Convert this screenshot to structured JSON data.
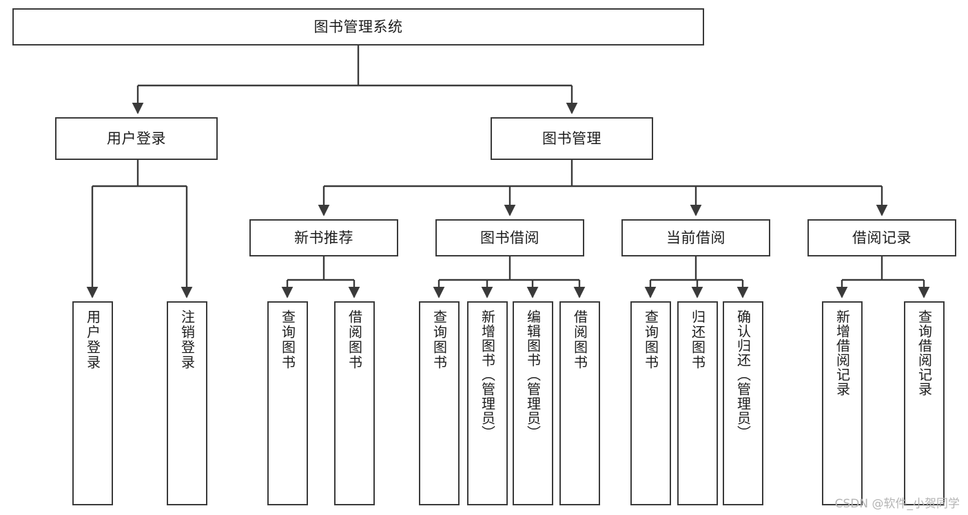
{
  "diagram": {
    "type": "tree",
    "title": "图书管理系统",
    "stroke_color": "#3a3a3a",
    "text_color": "#1d1d1d",
    "background_color": "#ffffff",
    "watermark": "CSDN @软件_小贺同学",
    "nodes": {
      "root": "图书管理系统",
      "user_login": "用户登录",
      "book_manage": "图书管理",
      "new_book_rec": "新书推荐",
      "book_borrow": "图书借阅",
      "current_borrow": "当前借阅",
      "borrow_record": "借阅记录",
      "leaf_user_login": "用户登录",
      "leaf_user_logout": "注销登录",
      "leaf_rec_query": "查询图书",
      "leaf_rec_borrow": "借阅图书",
      "leaf_borrow_query": "查询图书",
      "leaf_borrow_add": "新增图书（管理员）",
      "leaf_borrow_edit": "编辑图书（管理员）",
      "leaf_borrow_lend": "借阅图书",
      "leaf_cur_query": "查询图书",
      "leaf_cur_return": "归还图书",
      "leaf_cur_confirm": "确认归还（管理员）",
      "leaf_rec_add": "新增借阅记录",
      "leaf_rec_search": "查询借阅记录"
    }
  }
}
